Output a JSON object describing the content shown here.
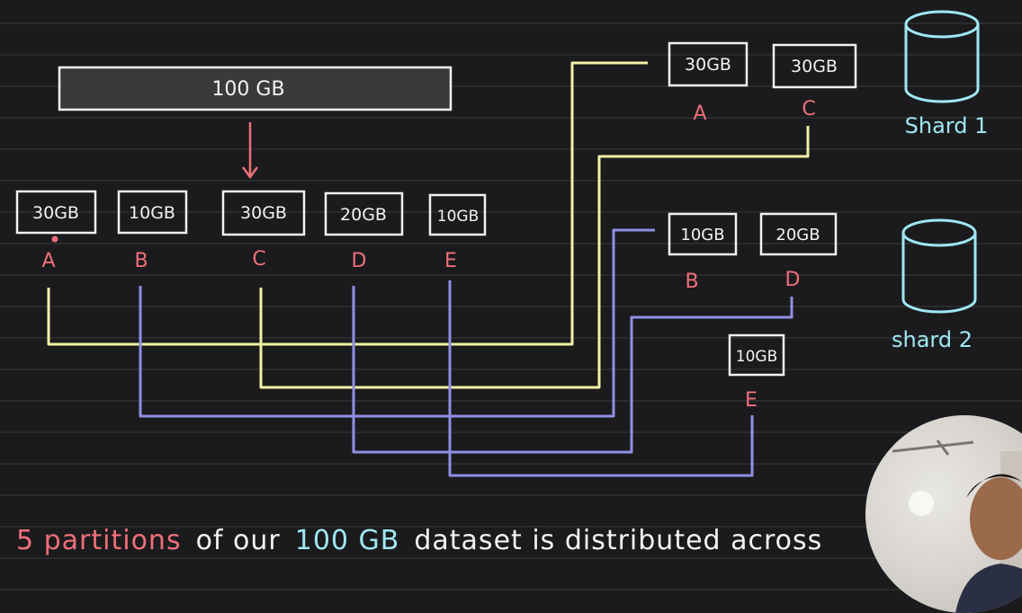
{
  "colors": {
    "background": "#1b1b1d",
    "ruled_line": "#2b2b2e",
    "white": "#f2f2f2",
    "red": "#ef6f7a",
    "yellow": "#f1f1a6",
    "purple": "#8f8fe6",
    "cyan": "#9fe7f3"
  },
  "dataset": {
    "label": "100 GB"
  },
  "partitions": [
    {
      "size": "30GB",
      "letter": "A"
    },
    {
      "size": "10GB",
      "letter": "B"
    },
    {
      "size": "30GB",
      "letter": "C"
    },
    {
      "size": "20GB",
      "letter": "D"
    },
    {
      "size": "10GB",
      "letter": "E"
    }
  ],
  "shard1": {
    "label": "Shard 1",
    "partitions": [
      {
        "size": "30GB",
        "letter": "A"
      },
      {
        "size": "30GB",
        "letter": "C"
      }
    ]
  },
  "shard2": {
    "label": "shard 2",
    "partitions": [
      {
        "size": "10GB",
        "letter": "B"
      },
      {
        "size": "20GB",
        "letter": "D"
      },
      {
        "size": "10GB",
        "letter": "E"
      }
    ]
  },
  "caption": {
    "part1": "5 partitions",
    "part2": "of our",
    "part3": "100 GB",
    "part4": "dataset is distributed across"
  },
  "icons": {
    "database": "database-cylinder-icon",
    "arrow": "arrow-down-icon",
    "webcam": "presenter-webcam"
  }
}
